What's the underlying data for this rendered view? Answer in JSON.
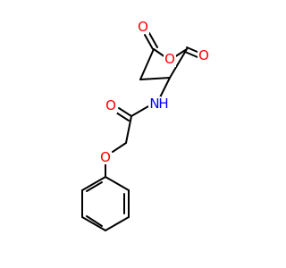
{
  "molecule": {
    "atom_labels": {
      "ring_oxygen": "O",
      "carbonyl_oxygen_top": "O",
      "carbonyl_oxygen_right": "O",
      "amide_oxygen": "O",
      "amide_nitrogen": "N",
      "amide_hydrogen": "H",
      "ether_oxygen": "O"
    },
    "colors": {
      "oxygen": "#ff0000",
      "nitrogen": "#0000ff",
      "bond": "#000000",
      "background": "#ffffff"
    }
  }
}
